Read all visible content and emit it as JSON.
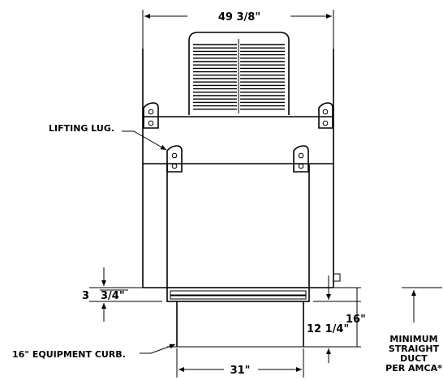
{
  "dimensions": {
    "overall_width": "49 3/8\"",
    "base_height_a": "3",
    "base_height_b": "3/4\"",
    "curb_height_a": "12 1/4\"",
    "curb_height_b": "16\"",
    "curb_width": "31\""
  },
  "labels": {
    "lifting_lug": "LIFTING LUG.",
    "equipment_curb": "16\" EQUIPMENT CURB.",
    "duct_line1": "MINIMUM",
    "duct_line2": "STRAIGHT",
    "duct_line3": "DUCT",
    "duct_line4": "PER AMCA*"
  },
  "colors": {
    "line": "#000000",
    "background": "#ffffff"
  }
}
